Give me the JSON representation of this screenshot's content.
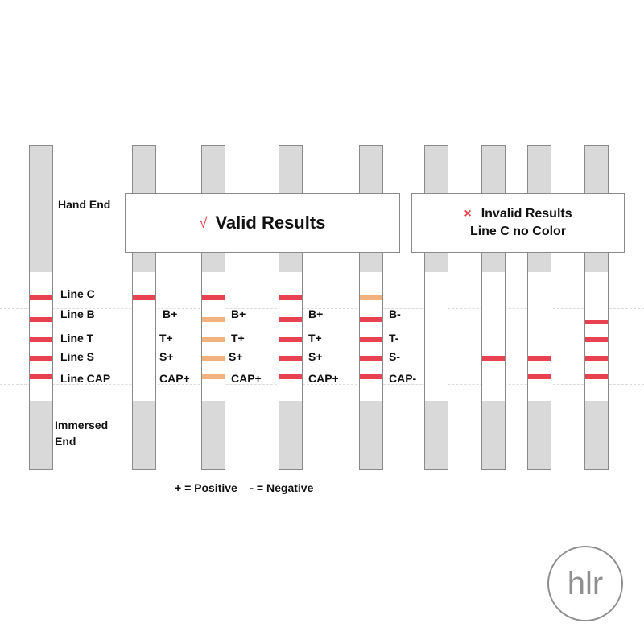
{
  "colors": {
    "positive": "#e8414f",
    "weak": "#f2b27e",
    "strip": "#d9d9d9",
    "outline": "#8a8a8a"
  },
  "labels": {
    "hand_end": "Hand End",
    "immersed_end": "Immersed End",
    "line_c": "Line C",
    "line_b": "Line B",
    "line_t": "Line T",
    "line_s": "Line S",
    "line_cap": "Line CAP"
  },
  "valid_box": {
    "icon": "check-icon",
    "check": "√",
    "title": "Valid Results"
  },
  "invalid_box": {
    "icon": "cross-icon",
    "cross": "×",
    "title": "Invalid Results",
    "subtitle": "Line C no Color"
  },
  "strip1_results": {
    "b": "B+",
    "t": "T+",
    "s": "S+",
    "cap": "CAP+"
  },
  "strip2_results": {
    "b": "B+",
    "t": "T+",
    "s": "S+",
    "cap": "CAP+"
  },
  "strip3_results": {
    "b": "B+",
    "t": "T+",
    "s": "S+",
    "cap": "CAP+"
  },
  "strip4_results": {
    "b": "B-",
    "t": "T-",
    "s": "S-",
    "cap": "CAP-"
  },
  "legend": "+ = Positive    - = Negative",
  "logo": {
    "text": "hlr",
    "icon": "hlr-logo-icon"
  }
}
